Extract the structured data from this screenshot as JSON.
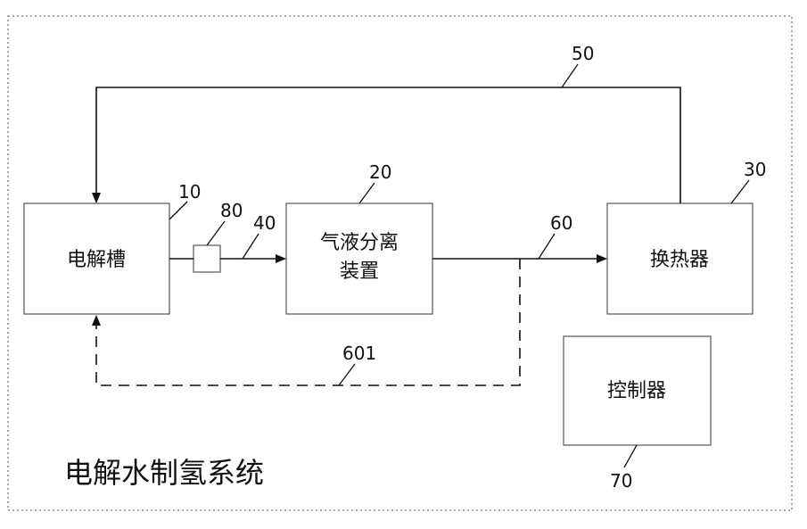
{
  "system_title": "电解水制氢系统",
  "boxes": {
    "electrolyzer": {
      "label": "电解槽",
      "ref": "10"
    },
    "separator": {
      "label_line1": "气液分离",
      "label_line2": "装置",
      "ref": "20"
    },
    "heat_exchanger": {
      "label": "换热器",
      "ref": "30"
    },
    "controller": {
      "label": "控制器",
      "ref": "70"
    }
  },
  "refs": {
    "pipe_40": "40",
    "return_50": "50",
    "pipe_60": "60",
    "bypass_601": "601",
    "sensor_80": "80"
  }
}
